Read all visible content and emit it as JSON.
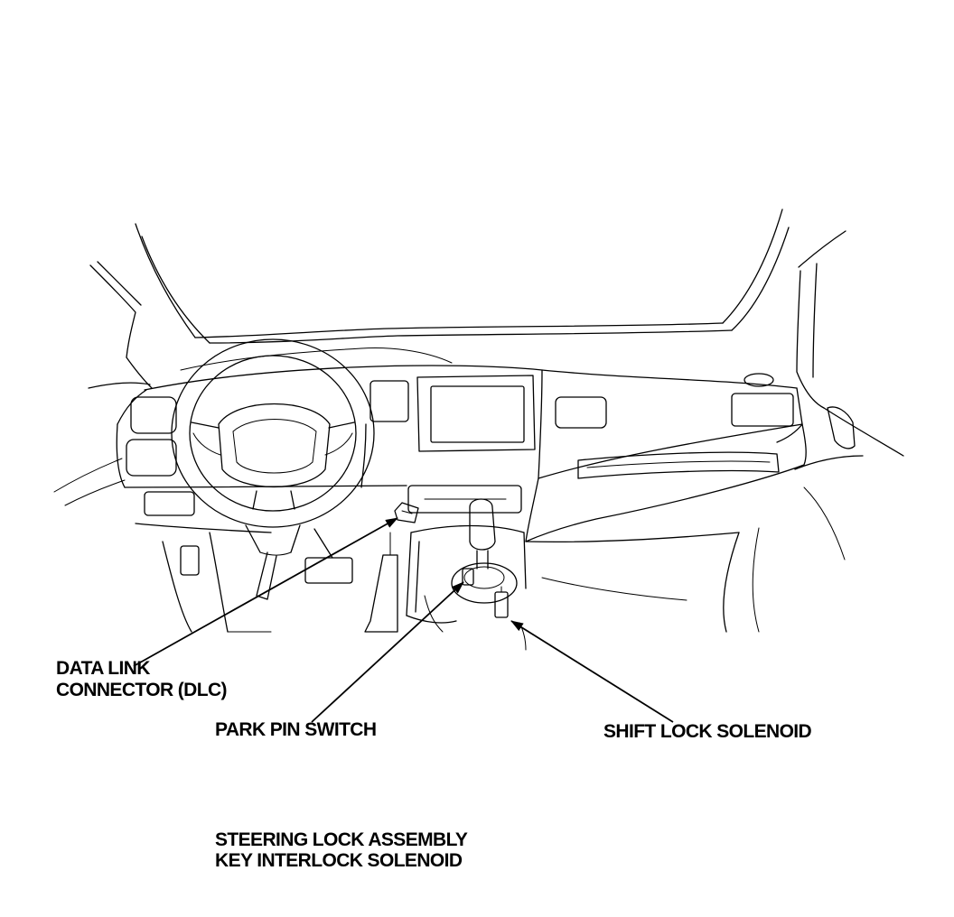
{
  "diagram": {
    "labels": {
      "dlc_line1": "DATA LINK",
      "dlc_line2": "CONNECTOR (DLC)",
      "park_pin_switch": "PARK PIN SWITCH",
      "shift_lock_solenoid": "SHIFT LOCK SOLENOID",
      "steering_lock_assembly": "STEERING LOCK ASSEMBLY",
      "key_interlock_solenoid": "KEY INTERLOCK SOLENOID"
    }
  },
  "colors": {
    "line": "#000000",
    "background": "#ffffff"
  }
}
